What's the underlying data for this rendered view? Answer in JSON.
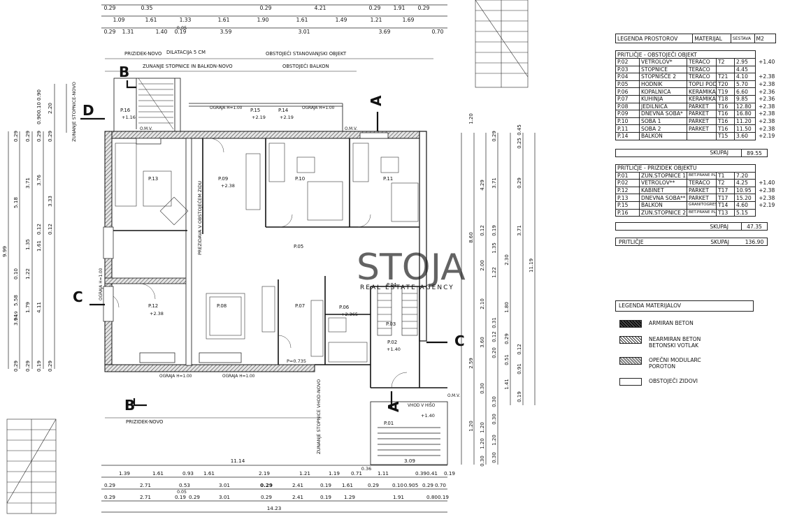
{
  "watermark": "STOJA",
  "watermark_sub": "REAL ESTATE AGENCY",
  "top_dims": {
    "row1": [
      "0.29",
      "0.35",
      "0.29",
      "4.21",
      "0.29",
      "1.91",
      "0.29"
    ],
    "row2": [
      "1.09",
      "1.61",
      "1.33",
      "1.61",
      "1.90",
      "1.61",
      "1.49",
      "1.21",
      "1.69"
    ],
    "row3_extra": "0.05",
    "row3": [
      "0.29",
      "1.31",
      "1.40",
      "0.19",
      "3.59",
      "3.01",
      "3.69",
      "0.70"
    ]
  },
  "bottom_dims": {
    "total_a": "11.14",
    "total_b": "3.09",
    "extra": "0.36",
    "row1": [
      "1.39",
      "1.61",
      "0.93",
      "1.61",
      "2.19",
      "1.21",
      "1.19",
      "0.71",
      "1.11",
      "0.390.41",
      "0.19"
    ],
    "row2": [
      "0.29",
      "2.71",
      "0.53",
      "3.01",
      "0.29",
      "2.41",
      "0.19",
      "1.61",
      "0.29",
      "0.10",
      "0.905",
      "0.29",
      "0.70"
    ],
    "row3": [
      "0.29",
      "2.71",
      "0.19",
      "0.29",
      "3.01",
      "0.29",
      "2.41",
      "0.19",
      "1.29",
      "1.91",
      "0.80",
      "0.19"
    ],
    "row3_extra": "0.05",
    "total": "14.23"
  },
  "left_dims": {
    "outer": "9.99",
    "col2": [
      "5.18",
      "5.58"
    ],
    "col3": [
      "0.29",
      "0.10",
      "0.19",
      "3.94",
      "0.29"
    ],
    "col4": [
      "0.29",
      "3.71",
      "1.35",
      "1.22",
      "1.79",
      "0.29"
    ],
    "col5": [
      "0.29",
      "3.76",
      "0.12",
      "1.61",
      "4.11",
      "0.19"
    ],
    "col6": [
      "0.29",
      "3.33",
      "0.12",
      "0.29"
    ],
    "stair_stack": [
      "0.90",
      "0.10",
      "0.90"
    ],
    "stair_total": "2.20"
  },
  "right_dims": {
    "a": [
      "1.20",
      "2.59",
      "1.20"
    ],
    "b": [
      "4.29",
      "0.12",
      "2.00",
      "2.10",
      "0.30",
      "0.45"
    ],
    "c": [
      "8.60",
      "3.60",
      "1.20"
    ],
    "d": [
      "0.29",
      "3.71",
      "0.19",
      "1.35",
      "1.22",
      "0.31",
      "0.12",
      "0.20"
    ],
    "e": [
      "2.30",
      "1.80",
      "0.29",
      "0.51",
      "1.41"
    ],
    "f": [
      "0.25",
      "0.29",
      "3.71",
      "0.12",
      "0.91",
      "0.19",
      "0.29"
    ],
    "g": "11.19",
    "stairs": [
      "0.30",
      "1.20",
      "0.30",
      "1.20",
      "0.30",
      "0.30"
    ]
  },
  "labels": {
    "prizidek_novo_top": "PRIZIDEK-NOVO",
    "dilatacija": "DILATACIJA 5 CM",
    "postojeci_objekt": "OBSTOJEĆI STANOVANJSKI OBJEKT",
    "zunanje_balkon": "ZUNANJE STOPNICE IN BALKON-NOVO",
    "obstojeci_balkon": "OBSTOJEĆI BALKON",
    "prizidek_novo_bottom": "PRIZIDEK-NOVO",
    "zunanje_stopnice_left": "ZUNANJE STOPNICE-NOVO",
    "zunanje_stopnice_vhod": "ZUNANJE STOPNICE VHOD-NOVO",
    "vhod_v_hiso": "VHOD V HIŠO",
    "prezidava": "PREZIDAVA V OBSTOJEĆEM ZIDU",
    "ograja_1": "OGRAJA H=1.00",
    "ograja_2": "OGRAJA H=1.00",
    "ograja_3": "OGRAJA H=1.00",
    "ograja_4": "OGRAJA H=1.00",
    "ograja_5": "OGRAJA H=1.00",
    "omv": "O.M.V.",
    "omv2": "O.M.V.",
    "omv3": "O.M.V."
  },
  "sections": {
    "A": "A",
    "B": "B",
    "C": "C",
    "D": "D"
  },
  "room_tags": {
    "p01": "P.01",
    "p02": "P.02",
    "p03": "P.03",
    "p04": "P.04",
    "p05": "P.05",
    "p06": "P.06",
    "p07": "P.07",
    "p08": "P.08",
    "p09": "P.09",
    "p10": "P.10",
    "p11": "P.11",
    "p12": "P.12",
    "p13": "P.13",
    "p14": "P.14",
    "p15": "P.15",
    "p16": "P.16"
  },
  "levels": {
    "l238": "+2.38",
    "l219": "+2.19",
    "l2365": "+2.365",
    "l140": "+1.40",
    "l116": "+1.16",
    "p0735": "P=0.735"
  },
  "legend_rooms": {
    "header": [
      "LEGENDA PROSTOROV",
      "MATERIJAL",
      "SESTAVA",
      "M2"
    ],
    "sec1_title": "PRITLIČJE - OBSTOJEČI OBJEKT",
    "sec1_rows": [
      [
        "P.02",
        "VETROLOV*",
        "TERACO",
        "T2",
        "2.95",
        "+1.40"
      ],
      [
        "P.03",
        "STOPNICE",
        "TERACO",
        "",
        "4.45",
        ""
      ],
      [
        "P.04",
        "STOPNIŠČE 2",
        "TERACO",
        "T21",
        "4.10",
        "+2.38"
      ],
      [
        "P.05",
        "HODNIK",
        "TOPLI POD",
        "T20",
        "5.70",
        "+2.38"
      ],
      [
        "P.06",
        "KOPALNICA",
        "KERAMIKA",
        "T19",
        "6.60",
        "+2.36"
      ],
      [
        "P.07",
        "KUHINJA",
        "KERAMIKA",
        "T18",
        "9.85",
        "+2.36"
      ],
      [
        "P.08",
        "JEDILNICA",
        "PARKET",
        "T16",
        "12.80",
        "+2.38"
      ],
      [
        "P.09",
        "DNEVNA SOBA*",
        "PARKET",
        "T16",
        "16.80",
        "+2.38"
      ],
      [
        "P.10",
        "SOBA 1",
        "PARKET",
        "T16",
        "11.20",
        "+2.38"
      ],
      [
        "P.11",
        "SOBA 2",
        "PARKET",
        "T16",
        "11.50",
        "+2.38"
      ],
      [
        "P.14",
        "BALKON",
        "",
        "T15",
        "3.60",
        "+2.19"
      ]
    ],
    "sum1_label": "SKUPAJ",
    "sum1_value": "89.55",
    "sec2_title": "PRITLIČJE - PRIZIDEK OBJEKTU",
    "sec2_rows": [
      [
        "P.01",
        "ZUN.STOPNICE 1",
        "BET.PRANE PL",
        "T1",
        "7.20",
        ""
      ],
      [
        "P.02",
        "VETROLOV**",
        "TERACO",
        "T2",
        "4.25",
        "+1.40"
      ],
      [
        "P.12",
        "KABINET",
        "PARKET",
        "T17",
        "10.95",
        "+2.38"
      ],
      [
        "P.13",
        "DNEVNA SOBA**",
        "PARKET",
        "T17",
        "15.20",
        "+2.38"
      ],
      [
        "P.15",
        "BALKON",
        "GRANITOGRES",
        "T14",
        "4.60",
        "+2.19"
      ],
      [
        "P.16",
        "ZUN.STOPNICE 2",
        "BET.PRANE PL",
        "T13",
        "5.15",
        ""
      ]
    ],
    "sum2_label": "SKUPAJ",
    "sum2_value": "47.35",
    "total_prefix": "PRITLIČJE",
    "total_label": "SKUPAJ",
    "total_value": "136.90"
  },
  "legend_materials": {
    "title": "LEGENDA MATERIJALOV",
    "items": [
      {
        "label": "ARMIRAN BETON",
        "icon": "hatch-dense"
      },
      {
        "label": "NEARMIRAN BETON BETONSKI VOTLAK",
        "icon": "hatch-light"
      },
      {
        "label": "OPEČNI MODULARC POROTON",
        "icon": "hatch-medium"
      },
      {
        "label": "OBSTOJEČI ZIDOVI",
        "icon": "blank"
      }
    ]
  },
  "colors": {
    "line": "#111111",
    "wall_fill": "#9a9a9a",
    "watermark": "#c8c8c8"
  }
}
